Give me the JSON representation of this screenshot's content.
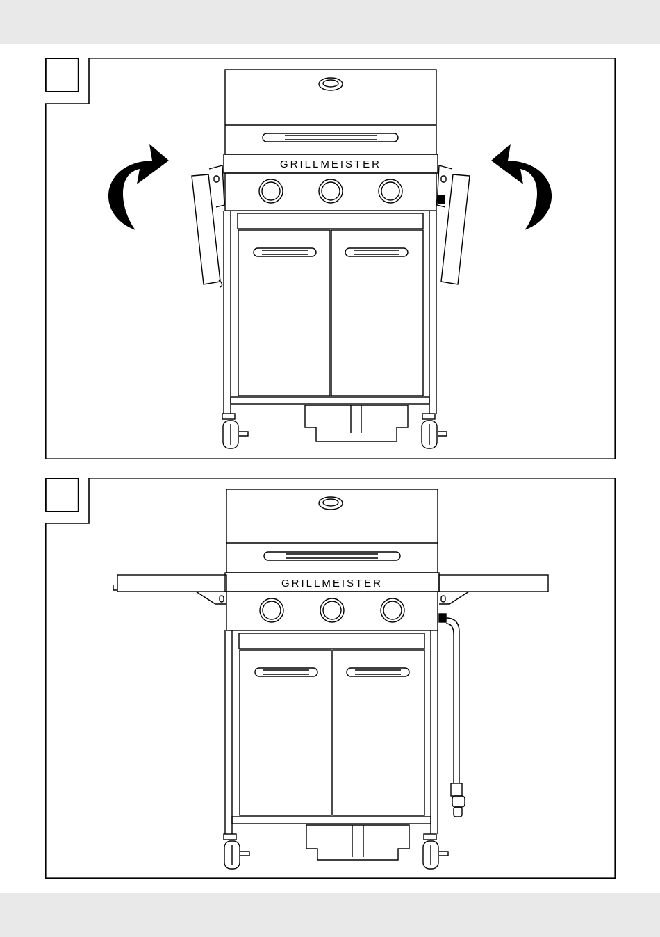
{
  "manual_page": {
    "steps": [
      {
        "step_number": "",
        "brand_label": "GRILLMEISTER",
        "side_shelves": "folded-down",
        "arrows": "rotate-up-arrow"
      },
      {
        "step_number": "",
        "brand_label": "GRILLMEISTER",
        "side_shelves": "unfolded",
        "arrows": ""
      }
    ]
  }
}
